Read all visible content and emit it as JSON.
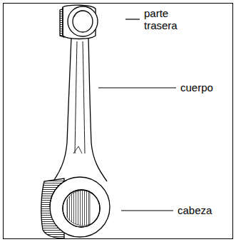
{
  "diagram": {
    "labels": [
      "parte trasera",
      "cuerpo",
      "cabeza"
    ]
  }
}
